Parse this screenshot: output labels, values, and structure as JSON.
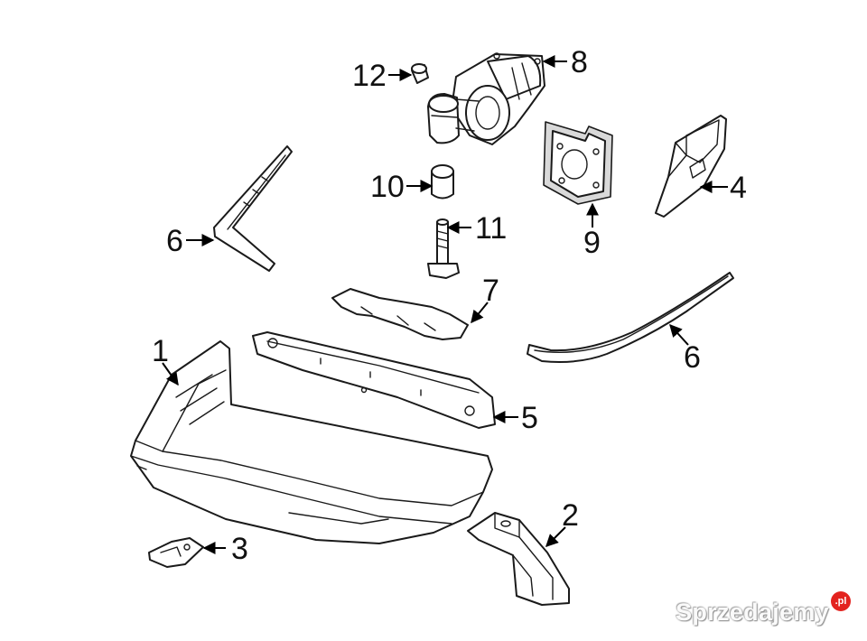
{
  "callouts": {
    "c1": "1",
    "c2": "2",
    "c3": "3",
    "c4": "4",
    "c5": "5",
    "c6a": "6",
    "c6b": "6",
    "c7": "7",
    "c8": "8",
    "c9": "9",
    "c10": "10",
    "c11": "11",
    "c12": "12"
  },
  "watermark": {
    "text": "Sprzedajemy",
    "badge": ".pl",
    "badge_color": "#e3231f"
  },
  "colors": {
    "line": "#1a1a1a",
    "background": "#ffffff"
  }
}
